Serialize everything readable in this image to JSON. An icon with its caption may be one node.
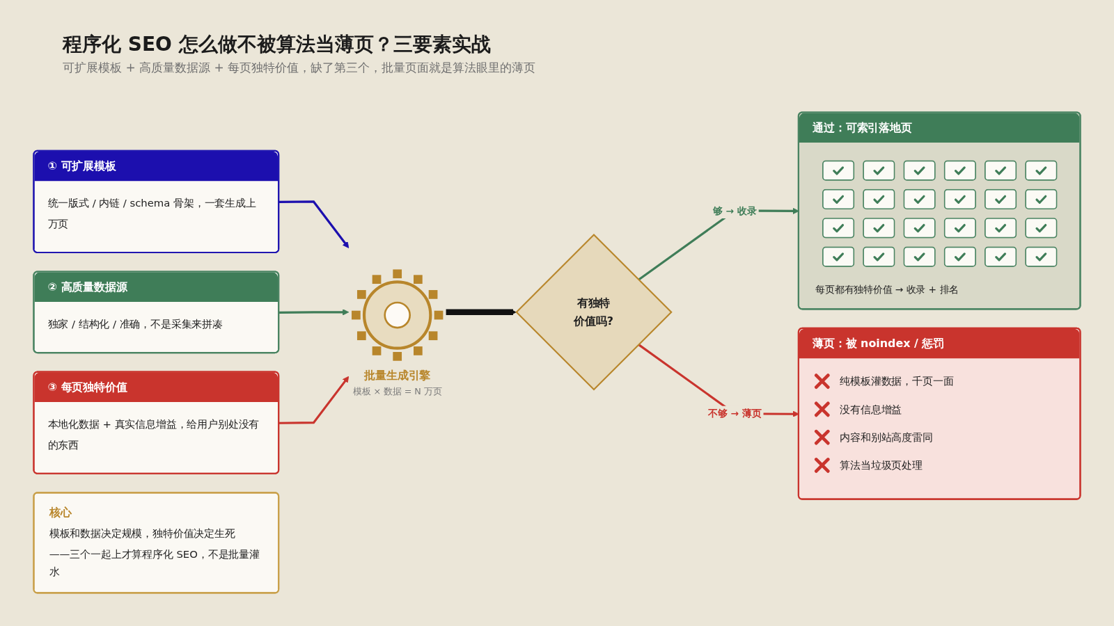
{
  "diagram": {
    "title": "程序化 SEO 怎么做不被算法当薄页？三要素实战",
    "caption": "可扩展模板 + 高质量数据源 + 每页独特价值，缺了第三个，批量页面就是算法眼里的薄页",
    "nodes": [
      {
        "text": [
          "① 可扩展模板",
          "统一版式 / 内链 / schema 骨架，一套生成上万页"
        ]
      },
      {
        "text": [
          "② 高质量数据源",
          "独家 / 结构化 / 准确，不是采集来拼凑"
        ]
      },
      {
        "text": [
          "③ 每页独特价值",
          "本地化数据 + 真实信息增益，给用户别处没有的东西"
        ]
      },
      {
        "text": [
          "批量生成引擎"
        ],
        "beside": [
          "模板 × 数据 = N 万页"
        ]
      },
      {
        "text": [
          "有独特价值吗?"
        ]
      },
      {
        "text": [
          "通过：可索引落地页",
          "每页都有独特价值 → 收录 + 排名"
        ]
      },
      {
        "text": [
          "薄页：被 noindex / 惩罚",
          "纯模板灌数据，千页一面",
          "没有信息增益",
          "内容和别站高度雷同",
          "算法当垃圾页处理"
        ]
      },
      {
        "text": [
          "核心",
          "模板和数据决定规模，独特价值决定生死",
          "——三个一起上才算程序化 SEO，不是批量灌水"
        ]
      }
    ],
    "edges": [
      {
        "from": 0,
        "to": 3,
        "arrow": "to",
        "color": "#1c0fae"
      },
      {
        "from": 1,
        "to": 3,
        "arrow": "to",
        "color": "#3f7d58"
      },
      {
        "from": 2,
        "to": 3,
        "arrow": "to",
        "color": "#c9342d"
      },
      {
        "from": 3,
        "to": 4,
        "arrow": "to",
        "style": "thick",
        "color": "#111111"
      },
      {
        "from": 4,
        "to": 5,
        "label": "够 → 收录",
        "arrow": "to",
        "color": "#3f7d58"
      },
      {
        "from": 4,
        "to": 6,
        "label": "不够 → 薄页",
        "arrow": "to",
        "color": "#c9342d"
      }
    ]
  }
}
